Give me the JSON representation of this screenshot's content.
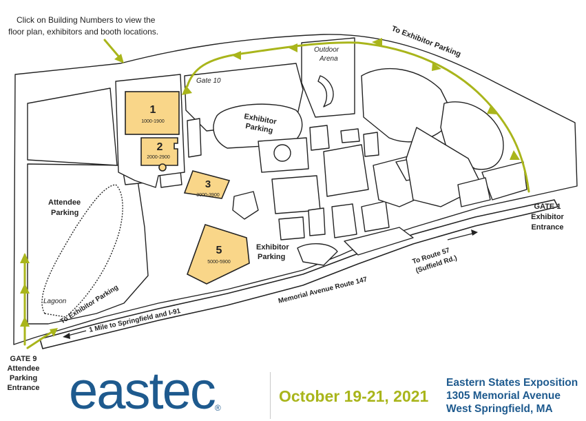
{
  "instructions": "Click on Building Numbers to view the floor plan, exhibitors and booth locations.",
  "instructions_line1": "Click on Building Numbers to view the",
  "instructions_line2": "floor plan, exhibitors and booth locations.",
  "labels": {
    "to_exhibitor_parking_top": "To Exhibitor Parking",
    "outdoor_arena_1": "Outdoor",
    "outdoor_arena_2": "Arena",
    "gate_10": "Gate 10",
    "exhibitor_parking_1a": "Exhibitor",
    "exhibitor_parking_1b": "Parking",
    "exhibitor_parking_2a": "Exhibitor",
    "exhibitor_parking_2b": "Parking",
    "attendee_parking_1": "Attendee",
    "attendee_parking_2": "Parking",
    "lagoon": "Lagoon",
    "to_exhibitor_parking_left": "To Exhibitor Parking",
    "one_mile": "1 Mile to Springfield and I-91",
    "memorial_avenue": "Memorial Avenue Route 147",
    "route57_1": "To Route 57",
    "route57_2": "(Suffield Rd.)",
    "gate1_1": "GATE 1",
    "gate1_2": "Exhibitor",
    "gate1_3": "Entrance",
    "gate9_1": "GATE 9",
    "gate9_2": "Attendee",
    "gate9_3": "Parking",
    "gate9_4": "Entrance"
  },
  "buildings": [
    {
      "number": "1",
      "range": "1000-1900"
    },
    {
      "number": "2",
      "range": "2000-2900"
    },
    {
      "number": "3",
      "range": "3000-3900"
    },
    {
      "number": "5",
      "range": "5000-5900"
    }
  ],
  "footer": {
    "logo": "eastec",
    "registered": "®",
    "dates": "October 19-21, 2021",
    "venue": "Eastern States Exposition",
    "street": "1305 Memorial Avenue",
    "city": "West Springfield, MA"
  },
  "colors": {
    "building_fill": "#f9d689",
    "route_arrow": "#a9b51b",
    "brand_blue": "#1e5a8e"
  }
}
